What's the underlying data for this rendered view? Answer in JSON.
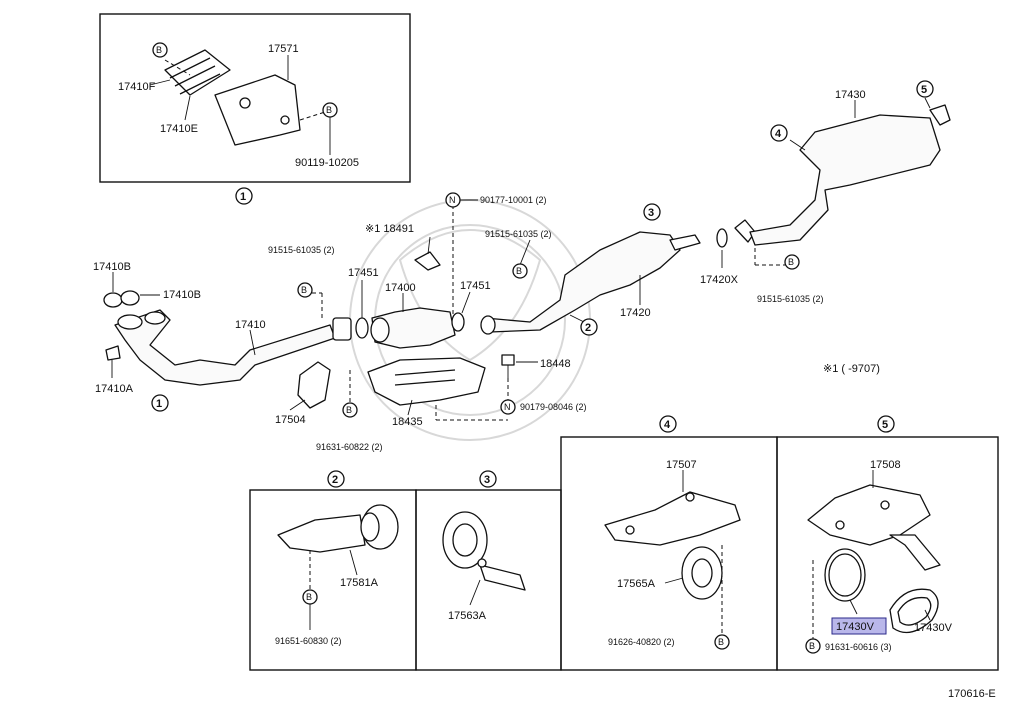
{
  "diagram": {
    "callouts": {
      "c1": "①",
      "c2": "②",
      "c3": "③",
      "c4": "④",
      "c5": "⑤"
    },
    "labels": {
      "l_17571": "17571",
      "l_17410F": "17410F",
      "l_17410E": "17410E",
      "l_90119": "90119-10205",
      "l_17430": "17430",
      "l_18491": "※1 18491",
      "l_90177": "90177-10001 (2)",
      "l_91515a": "91515-61035 (2)",
      "l_91515b": "91515-61035 (2)",
      "l_91515c": "91515-61035 (2)",
      "l_17410B1": "17410B",
      "l_17410B2": "17410B",
      "l_17451a": "17451",
      "l_17451b": "17451",
      "l_17400": "17400",
      "l_17420": "17420",
      "l_17420X": "17420X",
      "l_17410": "17410",
      "l_17410A": "17410A",
      "l_18448": "18448",
      "l_17504": "17504",
      "l_18435": "18435",
      "l_90179": "90179-08046 (2)",
      "l_91631a": "91631-60822 (2)",
      "l_note": "※1  (       -9707)",
      "l_17507": "17507",
      "l_17508": "17508",
      "l_17581A": "17581A",
      "l_17563A": "17563A",
      "l_17565A": "17565A",
      "l_17430V_hl": "17430V",
      "l_17430V": "17430V",
      "l_91651": "91651-60830 (2)",
      "l_91626": "91626-40820 (2)",
      "l_91631b": "91631-60616 (3)",
      "l_ref": "170616-E"
    },
    "symbols": {
      "b": "B",
      "n": "N"
    },
    "colors": {
      "highlight": "#b9b7ea",
      "line": "#111111"
    }
  }
}
